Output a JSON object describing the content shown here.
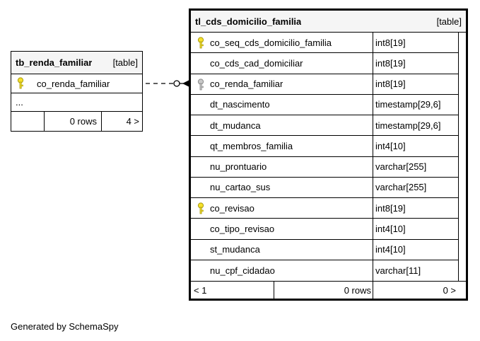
{
  "footer": "Generated by SchemaSpy",
  "colors": {
    "primary_key": "#f5e02a",
    "foreign_key": "#c8c8c8"
  },
  "left_table": {
    "name": "tb_renda_familiar",
    "tag": "[table]",
    "columns": [
      {
        "name": "co_renda_familiar",
        "key": "primary"
      }
    ],
    "more": "...",
    "footer": {
      "left": "",
      "rows": "0 rows",
      "right": "4 >"
    }
  },
  "main_table": {
    "name": "tl_cds_domicilio_familia",
    "tag": "[table]",
    "columns": [
      {
        "name": "co_seq_cds_domicilio_familia",
        "type": "int8[19]",
        "key": "primary"
      },
      {
        "name": "co_cds_cad_domiciliar",
        "type": "int8[19]",
        "key": ""
      },
      {
        "name": "co_renda_familiar",
        "type": "int8[19]",
        "key": "foreign"
      },
      {
        "name": "dt_nascimento",
        "type": "timestamp[29,6]",
        "key": ""
      },
      {
        "name": "dt_mudanca",
        "type": "timestamp[29,6]",
        "key": ""
      },
      {
        "name": "qt_membros_familia",
        "type": "int4[10]",
        "key": ""
      },
      {
        "name": "nu_prontuario",
        "type": "varchar[255]",
        "key": ""
      },
      {
        "name": "nu_cartao_sus",
        "type": "varchar[255]",
        "key": ""
      },
      {
        "name": "co_revisao",
        "type": "int8[19]",
        "key": "primary"
      },
      {
        "name": "co_tipo_revisao",
        "type": "int4[10]",
        "key": ""
      },
      {
        "name": "st_mudanca",
        "type": "int4[10]",
        "key": ""
      },
      {
        "name": "nu_cpf_cidadao",
        "type": "varchar[11]",
        "key": ""
      }
    ],
    "footer": {
      "left": "< 1",
      "rows": "0 rows",
      "right": "0 >"
    }
  }
}
